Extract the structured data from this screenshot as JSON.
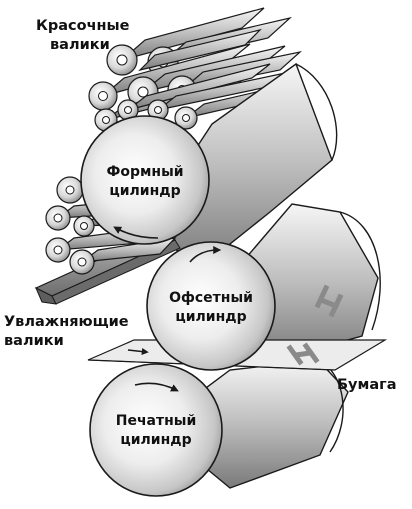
{
  "labels": {
    "ink_rollers": [
      "Красочные",
      "валики"
    ],
    "plate_cylinder": [
      "Формный",
      "цилиндр"
    ],
    "dampening_rollers": [
      "Увлажняющие",
      "валики"
    ],
    "offset_cylinder": [
      "Офсетный",
      "цилиндр"
    ],
    "paper": "Бумага",
    "impression_cylinder": [
      "Печатный",
      "цилиндр"
    ]
  },
  "paper_glyph": "H",
  "colors": {
    "outline": "#1a1a1a",
    "cylinder_light": "#f4f4f4",
    "cylinder_dark": "#8a8a8a",
    "paper": "#ececec",
    "tray": "#8c8c8c"
  },
  "icons": {
    "rotation": "curved-arrow-icon",
    "feed": "feed-arrow-icon"
  }
}
